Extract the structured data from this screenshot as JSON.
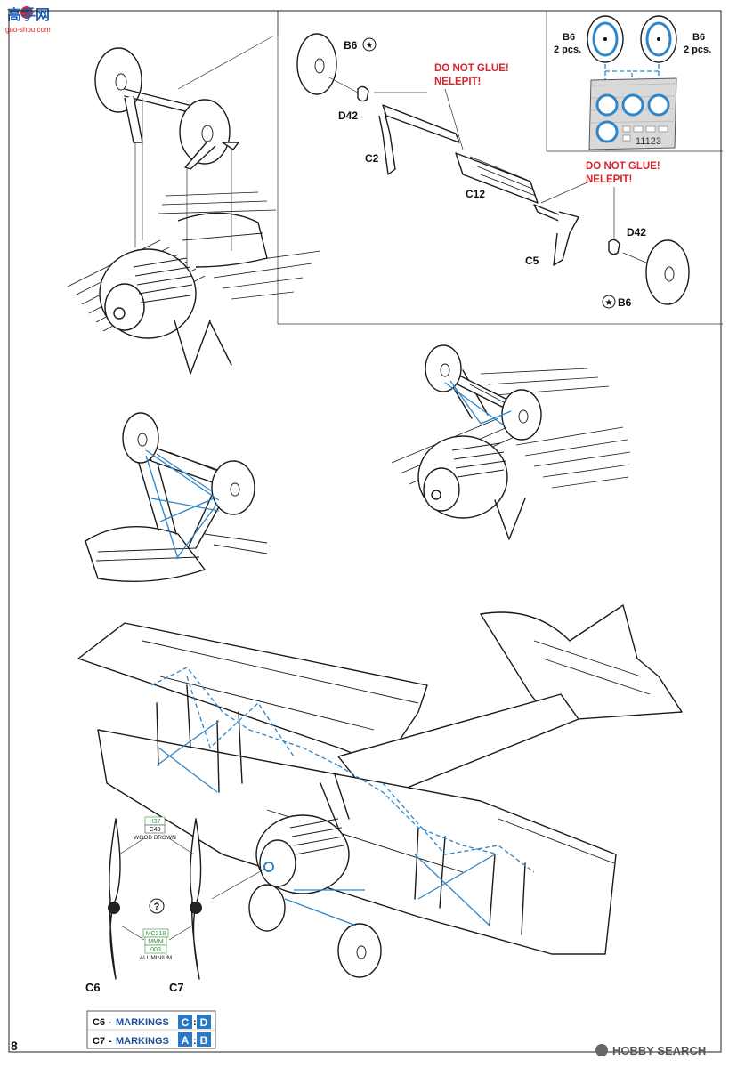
{
  "watermark": {
    "brand": "高手网",
    "url": "gao-shou.com"
  },
  "panel_top": {
    "parts": {
      "b6_top": "B6",
      "d42_top": "D42",
      "c2": "C2",
      "c12": "C12",
      "d42_bottom": "D42",
      "c5": "C5",
      "b6_bottom": "B6"
    },
    "warning_1": {
      "line1": "DO NOT GLUE!",
      "line2": "NELEPIT!"
    },
    "warning_2": {
      "line1": "DO NOT GLUE!",
      "line2": "NELEPIT!"
    }
  },
  "mask_inset": {
    "left_label": {
      "part": "B6",
      "count": "2 pcs."
    },
    "right_label": {
      "part": "B6",
      "count": "2 pcs."
    },
    "sheet_code": "11123"
  },
  "propeller": {
    "left_part": "C6",
    "right_part": "C7",
    "unknown_mark": "?",
    "paint_wood": {
      "codes": [
        "H37",
        "C43"
      ],
      "name": "WOOD BROWN"
    },
    "paint_alu": {
      "codes": [
        "MC218",
        "MMM",
        "003"
      ],
      "name": "ALUMINIUM"
    }
  },
  "markings_table": [
    {
      "part": "C6",
      "label": "MARKINGS",
      "letters": [
        "C",
        "D"
      ]
    },
    {
      "part": "C7",
      "label": "MARKINGS",
      "letters": [
        "A",
        "B"
      ]
    }
  ],
  "page_number": "8",
  "footer_watermark": "HOBBY SEARCH",
  "colors": {
    "rigging": "#2f86c8",
    "warning": "#d8262d",
    "paint_codes": "#3a8a3a",
    "markings": "#2a78c6"
  }
}
